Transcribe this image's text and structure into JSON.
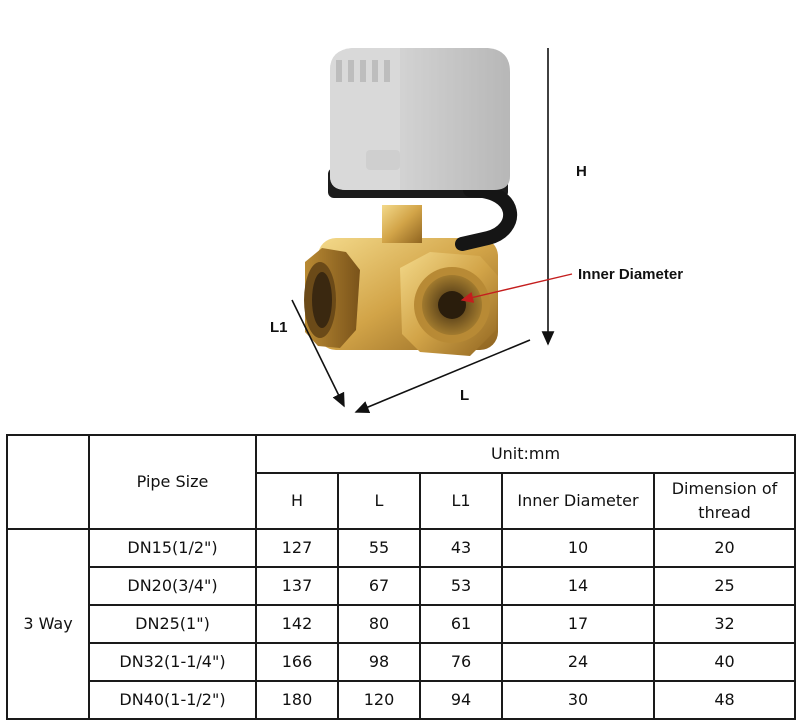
{
  "figure": {
    "label_h": "H",
    "label_l": "L",
    "label_l1": "L1",
    "label_inner_diameter": "Inner Diameter"
  },
  "table": {
    "unit": "Unit:mm",
    "pipe_size_header": "Pipe Size",
    "columns": [
      "H",
      "L",
      "L1",
      "Inner Diameter",
      "Dimension of thread"
    ],
    "type_label": "3 Way",
    "rows": [
      {
        "pipe_size": "DN15(1/2\")",
        "h": "127",
        "l": "55",
        "l1": "43",
        "inner_diameter": "10",
        "thread": "20"
      },
      {
        "pipe_size": "DN20(3/4\")",
        "h": "137",
        "l": "67",
        "l1": "53",
        "inner_diameter": "14",
        "thread": "25"
      },
      {
        "pipe_size": "DN25(1\")",
        "h": "142",
        "l": "80",
        "l1": "61",
        "inner_diameter": "17",
        "thread": "32"
      },
      {
        "pipe_size": "DN32(1-1/4\")",
        "h": "166",
        "l": "98",
        "l1": "76",
        "inner_diameter": "24",
        "thread": "40"
      },
      {
        "pipe_size": "DN40(1-1/2\")",
        "h": "180",
        "l": "120",
        "l1": "94",
        "inner_diameter": "30",
        "thread": "48"
      }
    ]
  }
}
